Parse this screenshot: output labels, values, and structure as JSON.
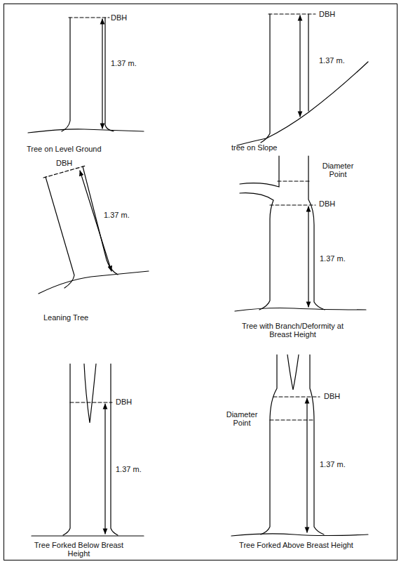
{
  "diagram": {
    "labels": [
      "DBH",
      "1.37 m.",
      "Tree on Level Ground",
      "DBH",
      "1.37 m.",
      "tree on Slope",
      "DBH",
      "1.37 m.",
      "Leaning Tree",
      "Diameter Point",
      "DBH",
      "1.37 m.",
      "Tree with Branch/Deformity at Breast Height",
      "DBH",
      "1.37 m.",
      "Tree Forked Below Breast Height",
      "DBH",
      "Diameter Point",
      "1.37 m.",
      "Tree Forked Above Breast Height"
    ]
  }
}
